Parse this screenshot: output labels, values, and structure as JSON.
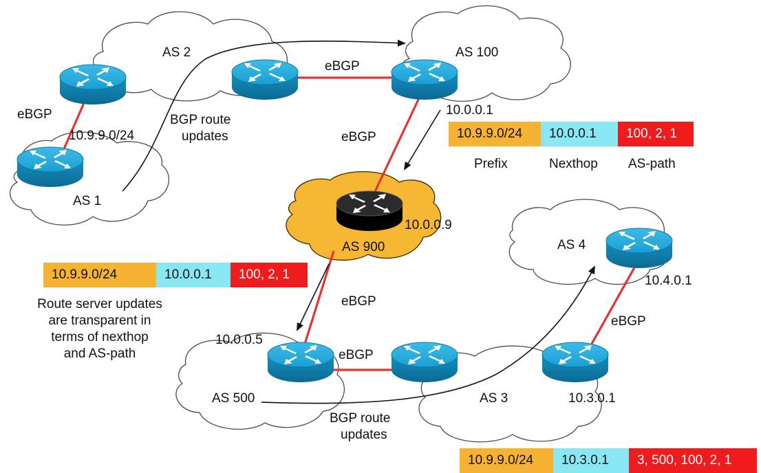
{
  "clouds": {
    "as1": "AS 1",
    "as2": "AS 2",
    "as100": "AS 100",
    "as900": "AS 900",
    "as4": "AS 4",
    "as500": "AS 500",
    "as3": "AS 3"
  },
  "link_labels": {
    "as1_as2": "eBGP",
    "as2_as100": "eBGP",
    "as100_as900": "eBGP",
    "as900_as500": "eBGP",
    "as500_as3": "eBGP",
    "as3_as4": "eBGP"
  },
  "addresses": {
    "prefix_as1": "10.9.9.0/24",
    "as100_router": "10.0.0.1",
    "route_server": "10.0.0.9",
    "as500_router": "10.0.0.5",
    "as4_router": "10.4.0.1",
    "as3_router": "10.3.0.1"
  },
  "flows": {
    "top_update_line1": "BGP route",
    "top_update_line2": "updates",
    "bottom_update_line1": "BGP route",
    "bottom_update_line2": "updates"
  },
  "route_attrs": {
    "as100": {
      "prefix": "10.9.9.0/24",
      "nexthop": "10.0.0.1",
      "aspath": "100, 2, 1"
    },
    "server": {
      "prefix": "10.9.9.0/24",
      "nexthop": "10.0.0.1",
      "aspath": "100, 2, 1"
    },
    "as4": {
      "prefix": "10.9.9.0/24",
      "nexthop": "10.3.0.1",
      "aspath": "3, 500, 100, 2, 1"
    }
  },
  "captions": {
    "prefix": "Prefix",
    "nexthop": "Nexthop",
    "aspath": "AS-path"
  },
  "note_lines": [
    "Route server updates",
    "are transparent in",
    "terms of nexthop",
    "and AS-path"
  ],
  "colors": {
    "link": "#e33434",
    "router_blue": "#1aa3d8",
    "route_server": "#111111",
    "as900_cloud": "#f7b733",
    "prefix_cell": "#f5b233",
    "nexthop_cell": "#88e7f3",
    "aspath_cell": "#ee1c1c"
  },
  "icons": {
    "router": "router-icon",
    "route_server": "route-server-icon"
  }
}
